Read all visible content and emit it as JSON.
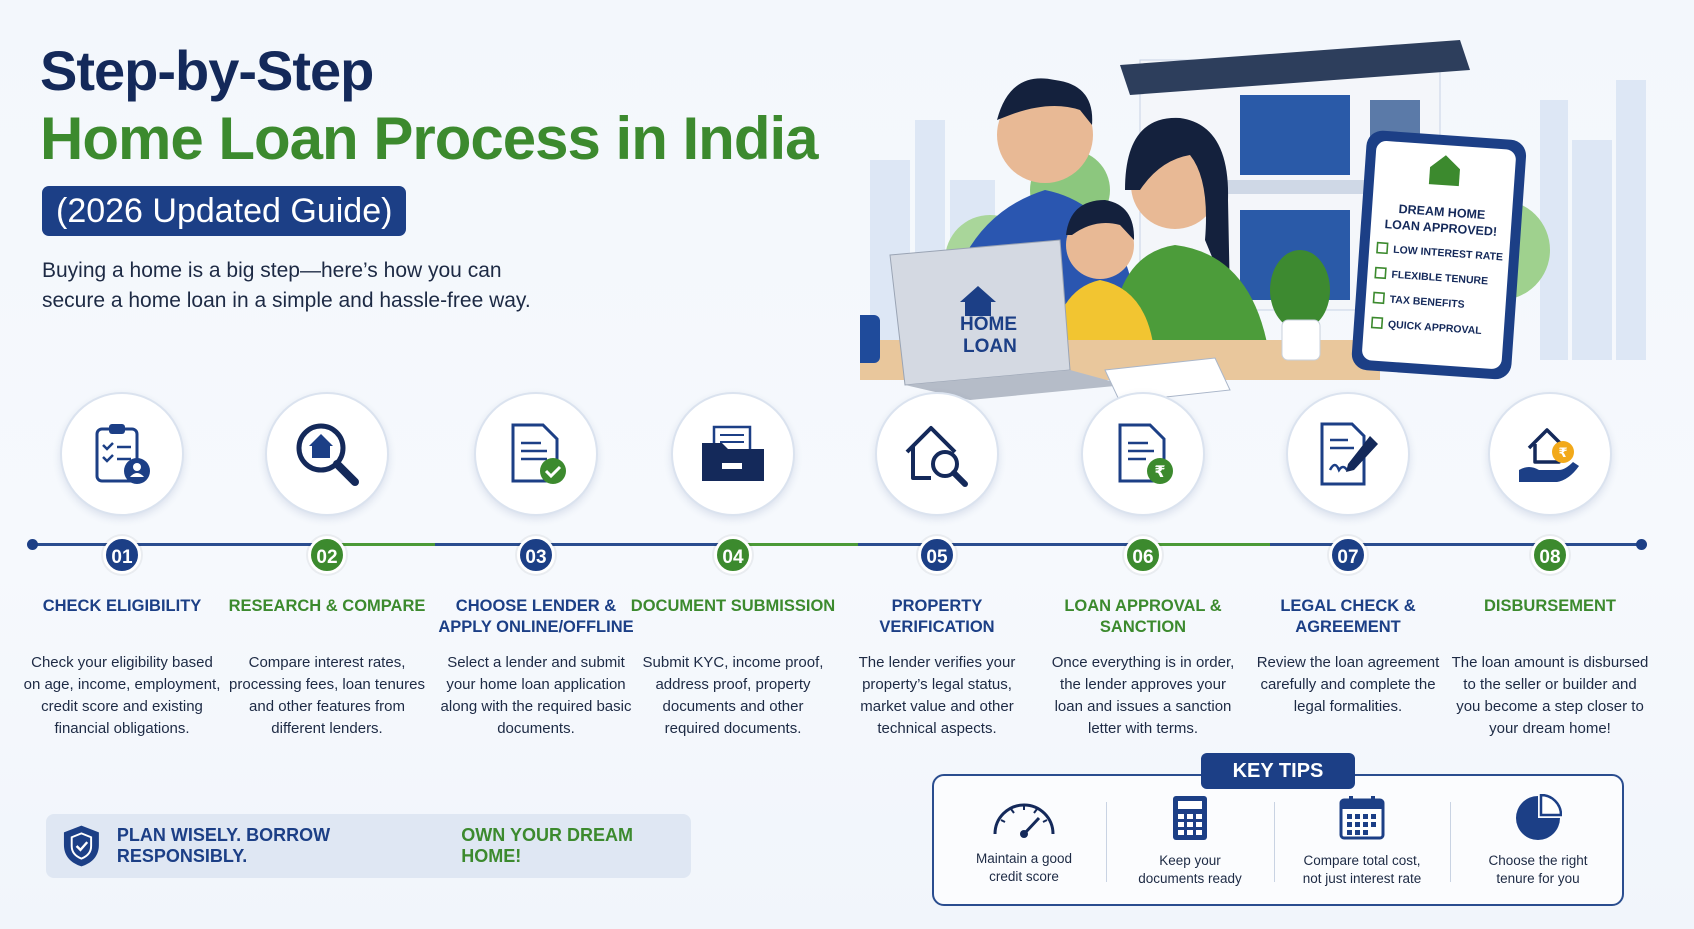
{
  "header": {
    "title_line1": "Step-by-Step",
    "title_line2": "Home Loan Process in India",
    "badge": "(2026 Updated Guide)",
    "intro_line1": "Buying a home is a big step—here’s how you can",
    "intro_line2": "secure a home loan in a simple and hassle-free way."
  },
  "hero": {
    "laptop_text_1": "HOME",
    "laptop_text_2": "LOAN",
    "card_title_1": "DREAM HOME",
    "card_title_2": "LOAN APPROVED!",
    "card_items": [
      "LOW INTEREST RATE",
      "FLEXIBLE TENURE",
      "TAX BENEFITS",
      "QUICK APPROVAL"
    ]
  },
  "steps": [
    {
      "num": "01",
      "title": "CHECK ELIGIBILITY",
      "desc": "Check your eligibility based on age, income, employment, credit score and existing financial obligations.",
      "icon": "clipboard-user-icon",
      "color": "#1c3f86"
    },
    {
      "num": "02",
      "title": "RESEARCH & COMPARE",
      "desc": "Compare interest rates, processing fees, loan tenures and other features from different lenders.",
      "icon": "house-magnifier-icon",
      "color": "#3c8a2e"
    },
    {
      "num": "03",
      "title": "CHOOSE LENDER & APPLY ONLINE/OFFLINE",
      "desc": "Select a lender and submit your home loan application along with the required basic documents.",
      "icon": "document-check-icon",
      "color": "#1c3f86"
    },
    {
      "num": "04",
      "title": "DOCUMENT SUBMISSION",
      "desc": "Submit KYC, income proof, address proof, property documents and other required documents.",
      "icon": "folder-icon",
      "color": "#3c8a2e"
    },
    {
      "num": "05",
      "title": "PROPERTY VERIFICATION",
      "desc": "The lender verifies your property’s legal status, market value and other technical aspects.",
      "icon": "house-search-icon",
      "color": "#1c3f86"
    },
    {
      "num": "06",
      "title": "LOAN APPROVAL & SANCTION",
      "desc": "Once everything is in order, the lender approves your loan and issues a sanction letter with terms.",
      "icon": "document-rupee-icon",
      "color": "#3c8a2e"
    },
    {
      "num": "07",
      "title": "LEGAL CHECK & AGREEMENT",
      "desc": "Review the loan agreement carefully and complete the legal formalities.",
      "icon": "contract-pen-icon",
      "color": "#1c3f86"
    },
    {
      "num": "08",
      "title": "DISBURSEMENT",
      "desc": "The loan amount is disbursed to the seller or builder and you become a step closer to your dream home!",
      "icon": "hand-house-rupee-icon",
      "color": "#3c8a2e"
    }
  ],
  "motto": {
    "part1": "PLAN WISELY. BORROW RESPONSIBLY.",
    "part2": "OWN YOUR DREAM HOME!"
  },
  "tips": {
    "heading": "KEY TIPS",
    "items": [
      {
        "line1": "Maintain a good",
        "line2": "credit score",
        "icon": "gauge-icon"
      },
      {
        "line1": "Keep your",
        "line2": "documents ready",
        "icon": "calculator-icon"
      },
      {
        "line1": "Compare total cost,",
        "line2": "not just interest rate",
        "icon": "calendar-icon"
      },
      {
        "line1": "Choose the right",
        "line2": "tenure for you",
        "icon": "pie-chart-icon"
      }
    ]
  },
  "colors": {
    "navy": "#1c3f86",
    "green": "#3c8a2e"
  }
}
